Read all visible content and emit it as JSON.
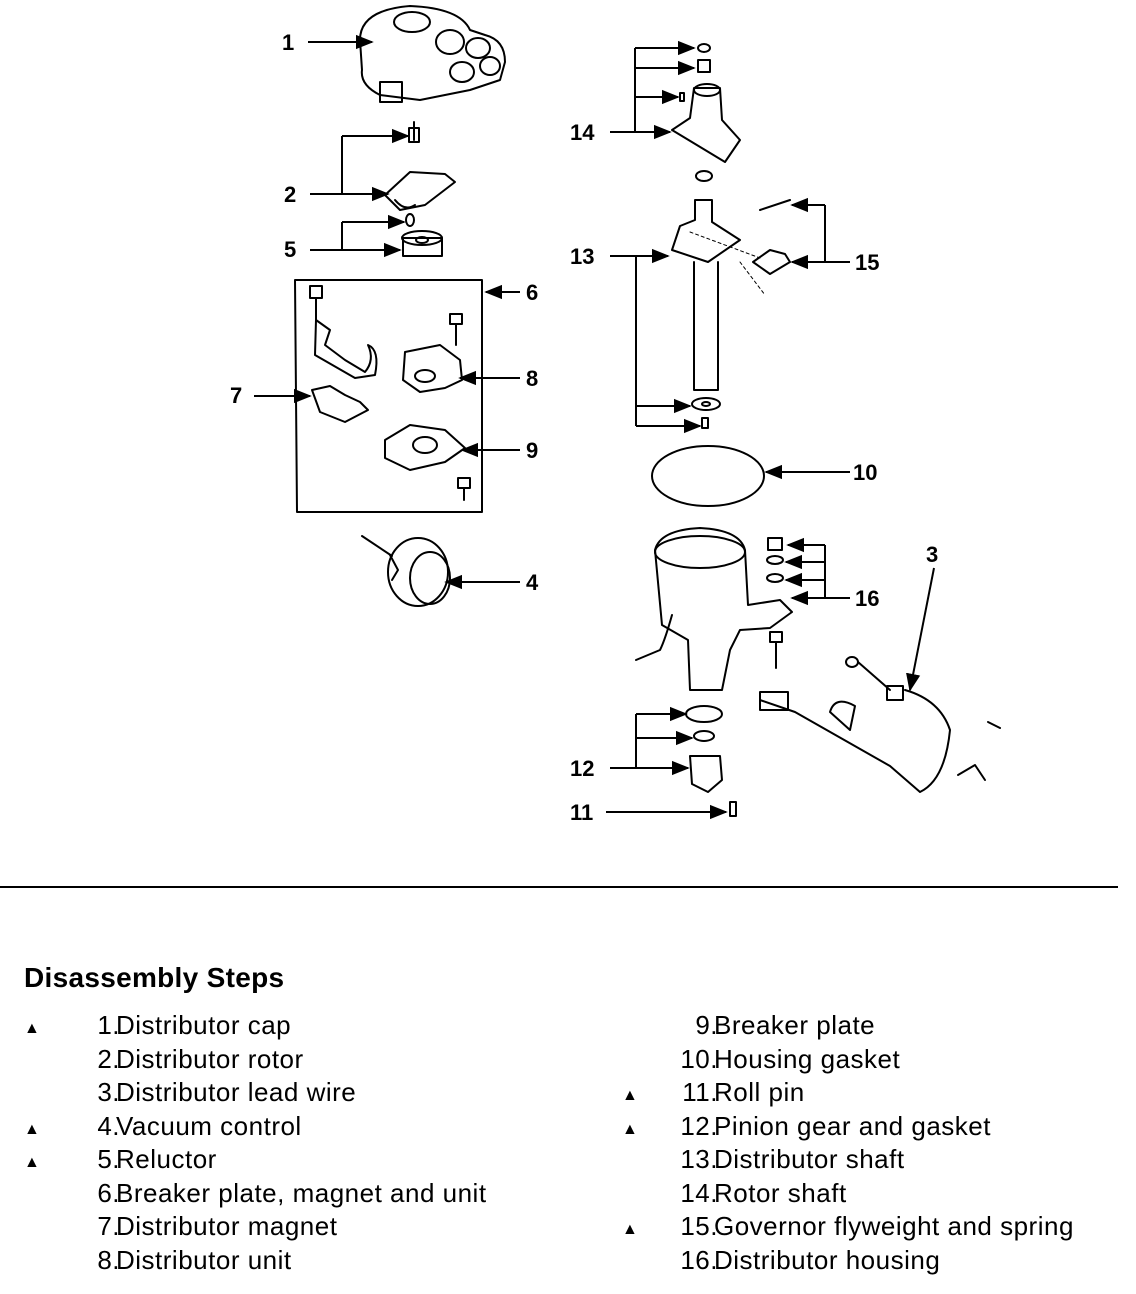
{
  "callouts": [
    "1",
    "2",
    "3",
    "4",
    "5",
    "6",
    "7",
    "8",
    "9",
    "10",
    "11",
    "12",
    "13",
    "14",
    "15",
    "16"
  ],
  "steps_title": "Disassembly Steps",
  "marker_symbol": "▲",
  "steps_left": [
    {
      "marked": true,
      "num": "1.",
      "label": "Distributor cap"
    },
    {
      "marked": false,
      "num": "2.",
      "label": "Distributor rotor"
    },
    {
      "marked": false,
      "num": "3.",
      "label": "Distributor lead wire"
    },
    {
      "marked": true,
      "num": "4.",
      "label": "Vacuum control"
    },
    {
      "marked": true,
      "num": "5.",
      "label": "Reluctor"
    },
    {
      "marked": false,
      "num": "6.",
      "label": "Breaker plate, magnet and unit"
    },
    {
      "marked": false,
      "num": "7.",
      "label": "Distributor magnet"
    },
    {
      "marked": false,
      "num": "8.",
      "label": "Distributor unit"
    }
  ],
  "steps_right": [
    {
      "marked": false,
      "num": "9.",
      "label": "Breaker plate"
    },
    {
      "marked": false,
      "num": "10.",
      "label": "Housing gasket"
    },
    {
      "marked": true,
      "num": "11.",
      "label": "Roll pin"
    },
    {
      "marked": true,
      "num": "12.",
      "label": "Pinion gear and gasket"
    },
    {
      "marked": false,
      "num": "13.",
      "label": "Distributor shaft"
    },
    {
      "marked": false,
      "num": "14.",
      "label": "Rotor shaft"
    },
    {
      "marked": true,
      "num": "15.",
      "label": "Governor flyweight and spring"
    },
    {
      "marked": false,
      "num": "16.",
      "label": "Distributor housing"
    }
  ]
}
